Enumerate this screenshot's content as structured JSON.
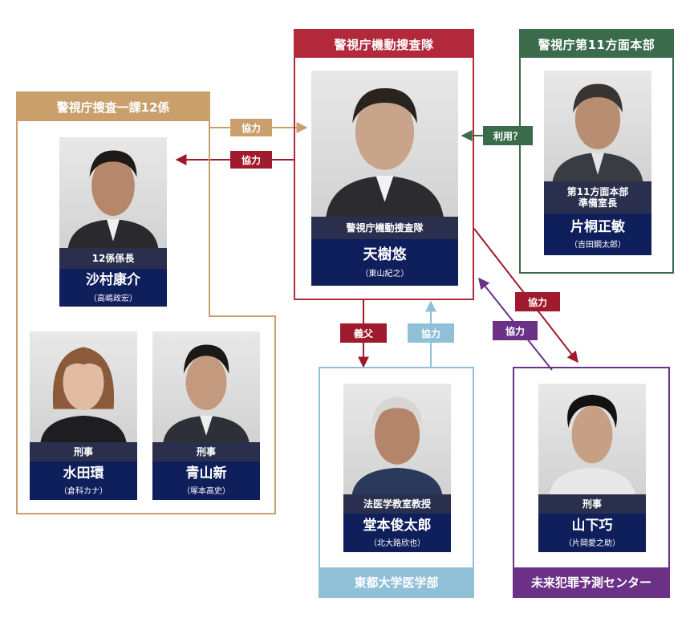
{
  "colors": {
    "group_12": "#c9a06b",
    "kidou": "#b1293b",
    "houmen": "#3a6b4b",
    "toudai": "#90bfd8",
    "mirai": "#6a3187",
    "card_role": "#2a2f4d",
    "card_name": "#0f1f5c"
  },
  "groups": {
    "kidou": {
      "title": "警視庁機動捜査隊"
    },
    "houmen": {
      "title": "警視庁第11方面本部"
    },
    "sosa12": {
      "title": "警視庁捜査一課12係"
    },
    "toudai": {
      "title": "東都大学医学部"
    },
    "mirai": {
      "title": "未来犯罪予測センター"
    }
  },
  "people": {
    "amagi": {
      "role": "警視庁機動捜査隊",
      "name": "天樹悠",
      "actor": "（東山紀之）"
    },
    "katagiri": {
      "role": "第11方面本部\n準備室長",
      "name": "片桐正敏",
      "actor": "（吉田鋼太郎）"
    },
    "shamura": {
      "role": "12係係長",
      "name": "沙村康介",
      "actor": "（高嶋政宏）"
    },
    "mizuta": {
      "role": "刑事",
      "name": "水田環",
      "actor": "（倉科カナ）"
    },
    "aoyama": {
      "role": "刑事",
      "name": "青山新",
      "actor": "（塚本高史）"
    },
    "domoto": {
      "role": "法医学教室教授",
      "name": "堂本俊太郎",
      "actor": "（北大路欣也）"
    },
    "yamashita": {
      "role": "刑事",
      "name": "山下巧",
      "actor": "（片岡愛之助）"
    }
  },
  "relations": {
    "twelve_to_kidou": "協力",
    "kidou_to_twelve": "協力",
    "houmen_to_kidou": "利用？",
    "kidou_to_toudai": "義父",
    "toudai_to_kidou": "協力",
    "kidou_to_mirai": "協力",
    "mirai_to_kidou": "協力"
  }
}
